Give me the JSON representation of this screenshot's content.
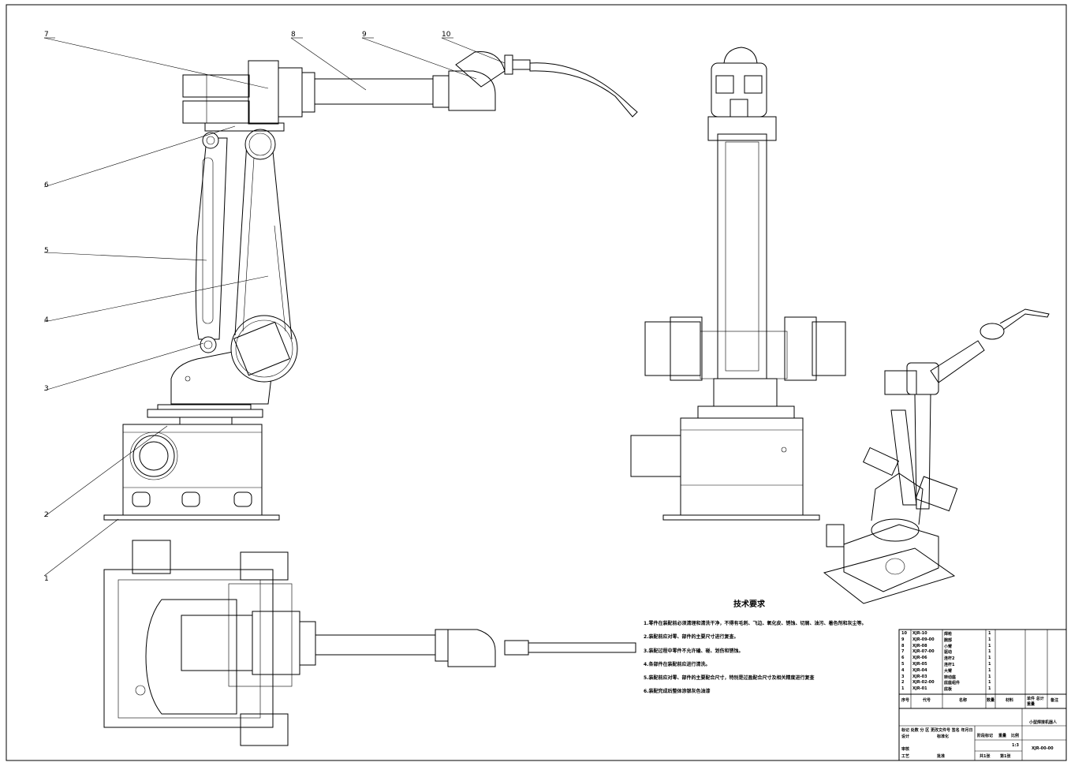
{
  "callouts": [
    "1",
    "2",
    "3",
    "4",
    "5",
    "6",
    "7",
    "8",
    "9",
    "10"
  ],
  "requirements": {
    "title": "技术要求",
    "items": [
      "1.零件在装配前必须清理和清洗干净，不得有毛刺、飞边、氧化皮、锈蚀、切屑、油污、着色剂和灰尘等。",
      "2.装配前应对零、部件的主要尺寸进行复查。",
      "3.装配过程中零件不允许磕、碰、划伤和锈蚀。",
      "4.各部件在装配前应进行清洗。",
      "5.装配前应对零、部件的主要配合尺寸，特别是过盈配合尺寸及相关精度进行复查",
      "6.装配完成后整体涂银灰色油漆"
    ]
  },
  "parts_list": {
    "rows": [
      {
        "no": "10",
        "code": "XJR-10",
        "name": "焊枪",
        "qty": "1"
      },
      {
        "no": "9",
        "code": "XJR-09-00",
        "name": "腕部",
        "qty": "1"
      },
      {
        "no": "8",
        "code": "XJR-08",
        "name": "小臂",
        "qty": "1"
      },
      {
        "no": "7",
        "code": "XJR-07-00",
        "name": "驱动",
        "qty": "1"
      },
      {
        "no": "6",
        "code": "XJR-06",
        "name": "连杆2",
        "qty": "1"
      },
      {
        "no": "5",
        "code": "XJR-05",
        "name": "连杆1",
        "qty": "1"
      },
      {
        "no": "4",
        "code": "XJR-04",
        "name": "大臂",
        "qty": "1"
      },
      {
        "no": "3",
        "code": "XJR-03",
        "name": "转动座",
        "qty": "1"
      },
      {
        "no": "2",
        "code": "XJR-02-00",
        "name": "底座组件",
        "qty": "1"
      },
      {
        "no": "1",
        "code": "XJR-01",
        "name": "底板",
        "qty": "1"
      }
    ],
    "header": {
      "no": "序号",
      "code": "代号",
      "name": "名称",
      "qty": "数量",
      "material": "材料",
      "weight": "单件 总计 重量",
      "note": "备注"
    }
  },
  "title_block": {
    "drawing_title": "小型焊接机器人",
    "drawing_number": "XJR-00-00",
    "scale_label": "比例",
    "scale": "1:3",
    "stage_label": "阶段标记",
    "weight_label": "重量",
    "sheets_total": "共1张",
    "sheet_no": "第1张",
    "rev_headers": "标记 处数 分 区 更改文件号 签名 年月日",
    "roles": [
      "设计",
      "审核",
      "工艺"
    ],
    "std_label": "标准化",
    "approve_label": "批准"
  }
}
